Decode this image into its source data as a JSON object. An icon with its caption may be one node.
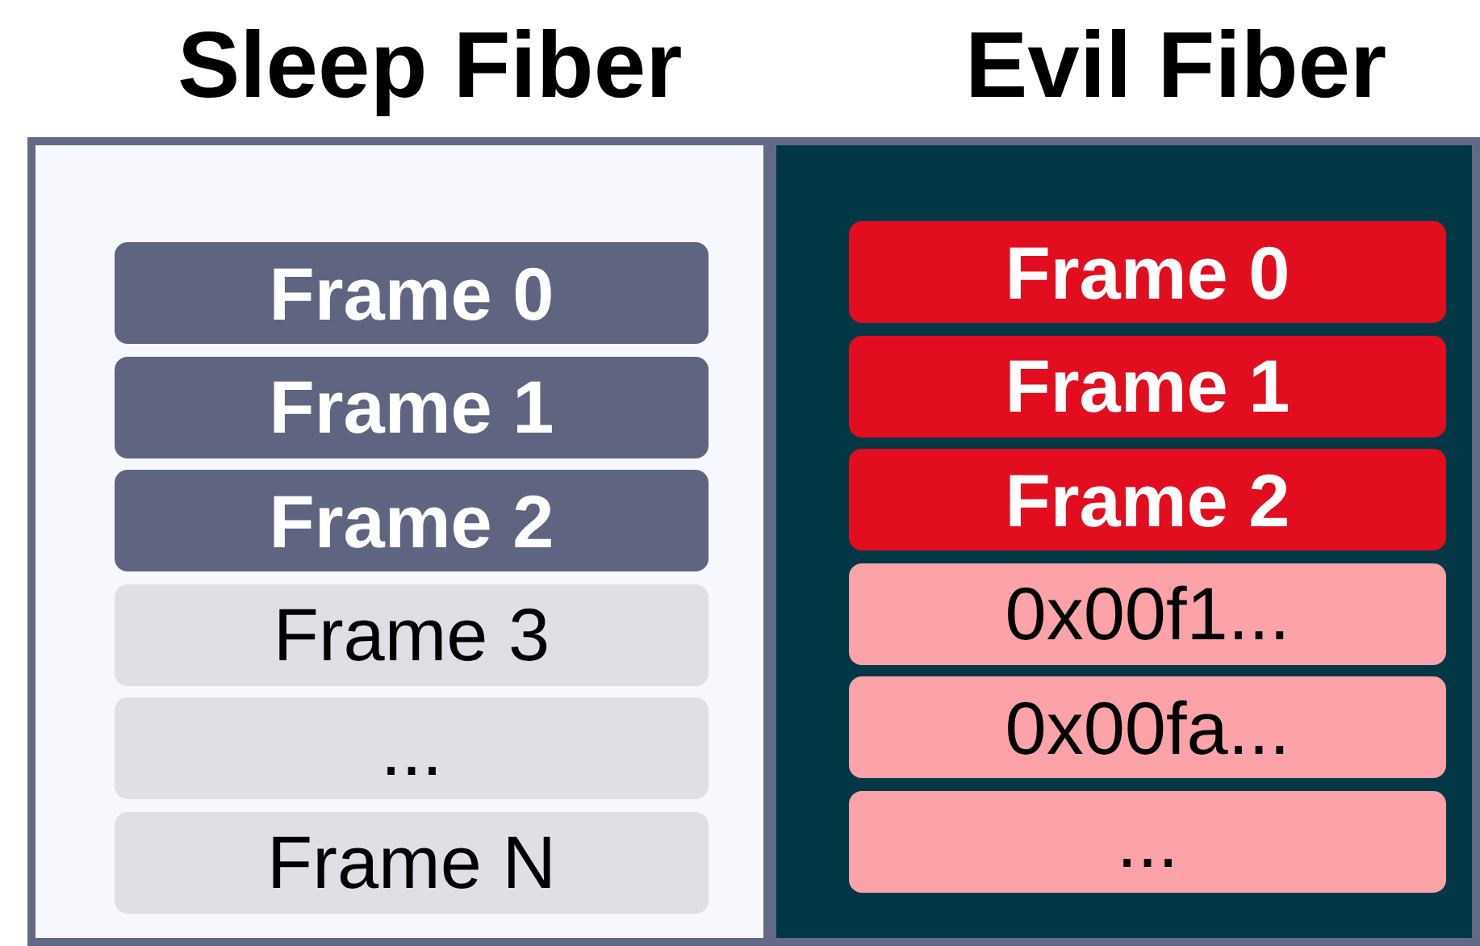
{
  "diagram": {
    "nodes": [
      {
        "text": [
          "Sleep Fiber"
        ]
      },
      {
        "text": [
          "Frame 0"
        ],
        "in": 0
      },
      {
        "text": [
          "Frame 1"
        ],
        "in": 0
      },
      {
        "text": [
          "Frame 2"
        ],
        "in": 0
      },
      {
        "text": [
          "Frame 3"
        ],
        "in": 0
      },
      {
        "text": [
          "..."
        ],
        "in": 0
      },
      {
        "text": [
          "Frame N"
        ],
        "in": 0
      },
      {
        "text": [
          "Evil Fiber"
        ]
      },
      {
        "text": [
          "Frame 0"
        ],
        "in": 7
      },
      {
        "text": [
          "Frame 1"
        ],
        "in": 7
      },
      {
        "text": [
          "Frame 2"
        ],
        "in": 7
      },
      {
        "text": [
          "0x00f1..."
        ],
        "in": 7
      },
      {
        "text": [
          "0x00fa..."
        ],
        "in": 7
      },
      {
        "text": [
          "..."
        ],
        "in": 7
      }
    ]
  }
}
